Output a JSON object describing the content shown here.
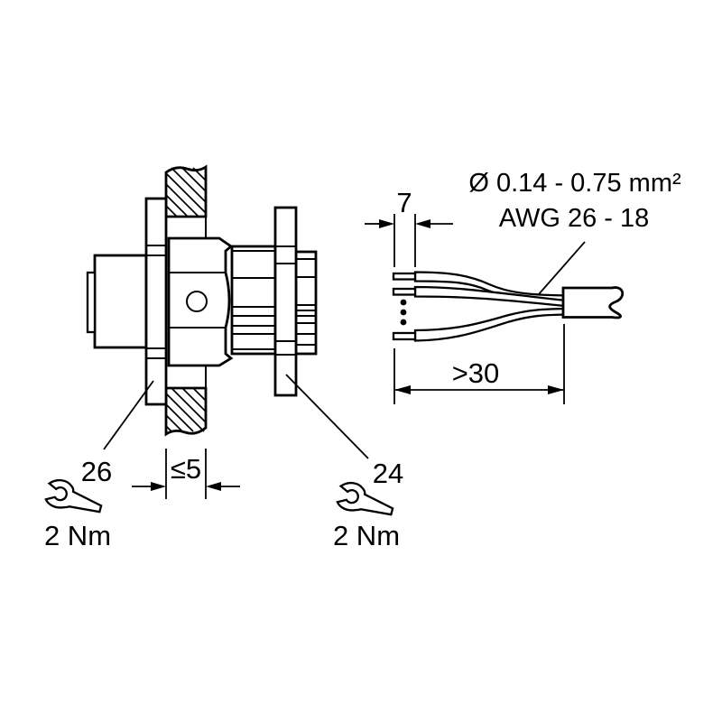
{
  "diagram": {
    "cable_spec_line1": "Ø 0.14 - 0.75 mm²",
    "cable_spec_line2": "AWG 26 - 18",
    "dim_ferrule_length": "7",
    "dim_strip_length": ">30",
    "dim_panel_thickness": "≤5",
    "left_wrench_size": "26",
    "left_wrench_torque": "2 Nm",
    "right_wrench_size": "24",
    "right_wrench_torque": "2 Nm",
    "colors": {
      "line": "#000000",
      "background": "#ffffff"
    }
  }
}
